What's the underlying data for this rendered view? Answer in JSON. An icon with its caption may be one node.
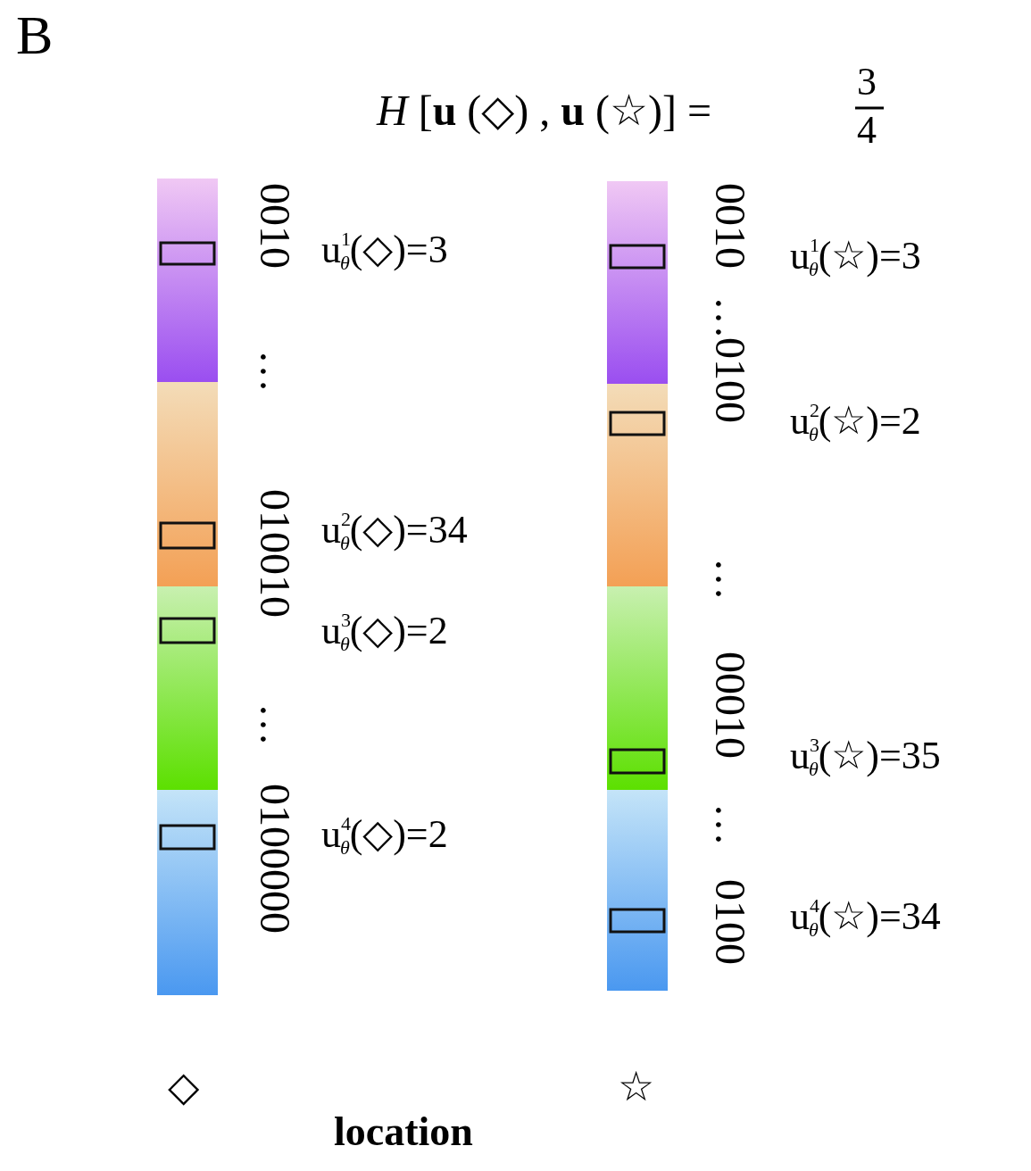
{
  "diagram": {
    "labels": [
      "B",
      "*H* [**u** (◇) , **u** (☆)] =",
      "3",
      "4",
      "0010",
      "…",
      "010010",
      "…",
      "0100000",
      "u$^{1}$$_{θ}$(◇)=3",
      "u$^{2}$$_{θ}$(◇)=34",
      "u$^{3}$$_{θ}$(◇)=2",
      "u$^{4}$$_{θ}$(◇)=2",
      "0010",
      "…",
      "0100",
      "…",
      "00010",
      "…",
      "0100",
      "u$^{1}$$_{θ}$(☆)=3",
      "u$^{2}$$_{θ}$(☆)=2",
      "u$^{3}$$_{θ}$(☆)=35",
      "u$^{4}$$_{θ}$(☆)=34",
      "◇",
      "☆",
      "location"
    ]
  }
}
